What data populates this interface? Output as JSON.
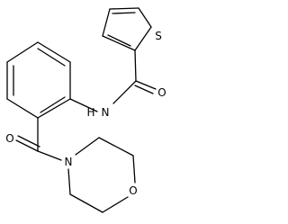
{
  "molecule": {
    "atoms": {
      "sulfur": "S",
      "amide_nitrogen": "N",
      "amide_hydrogen": "H",
      "amide_oxygen": "O",
      "carbonyl_oxygen": "O",
      "morpholine_nitrogen": "N",
      "morpholine_oxygen": "O"
    }
  }
}
